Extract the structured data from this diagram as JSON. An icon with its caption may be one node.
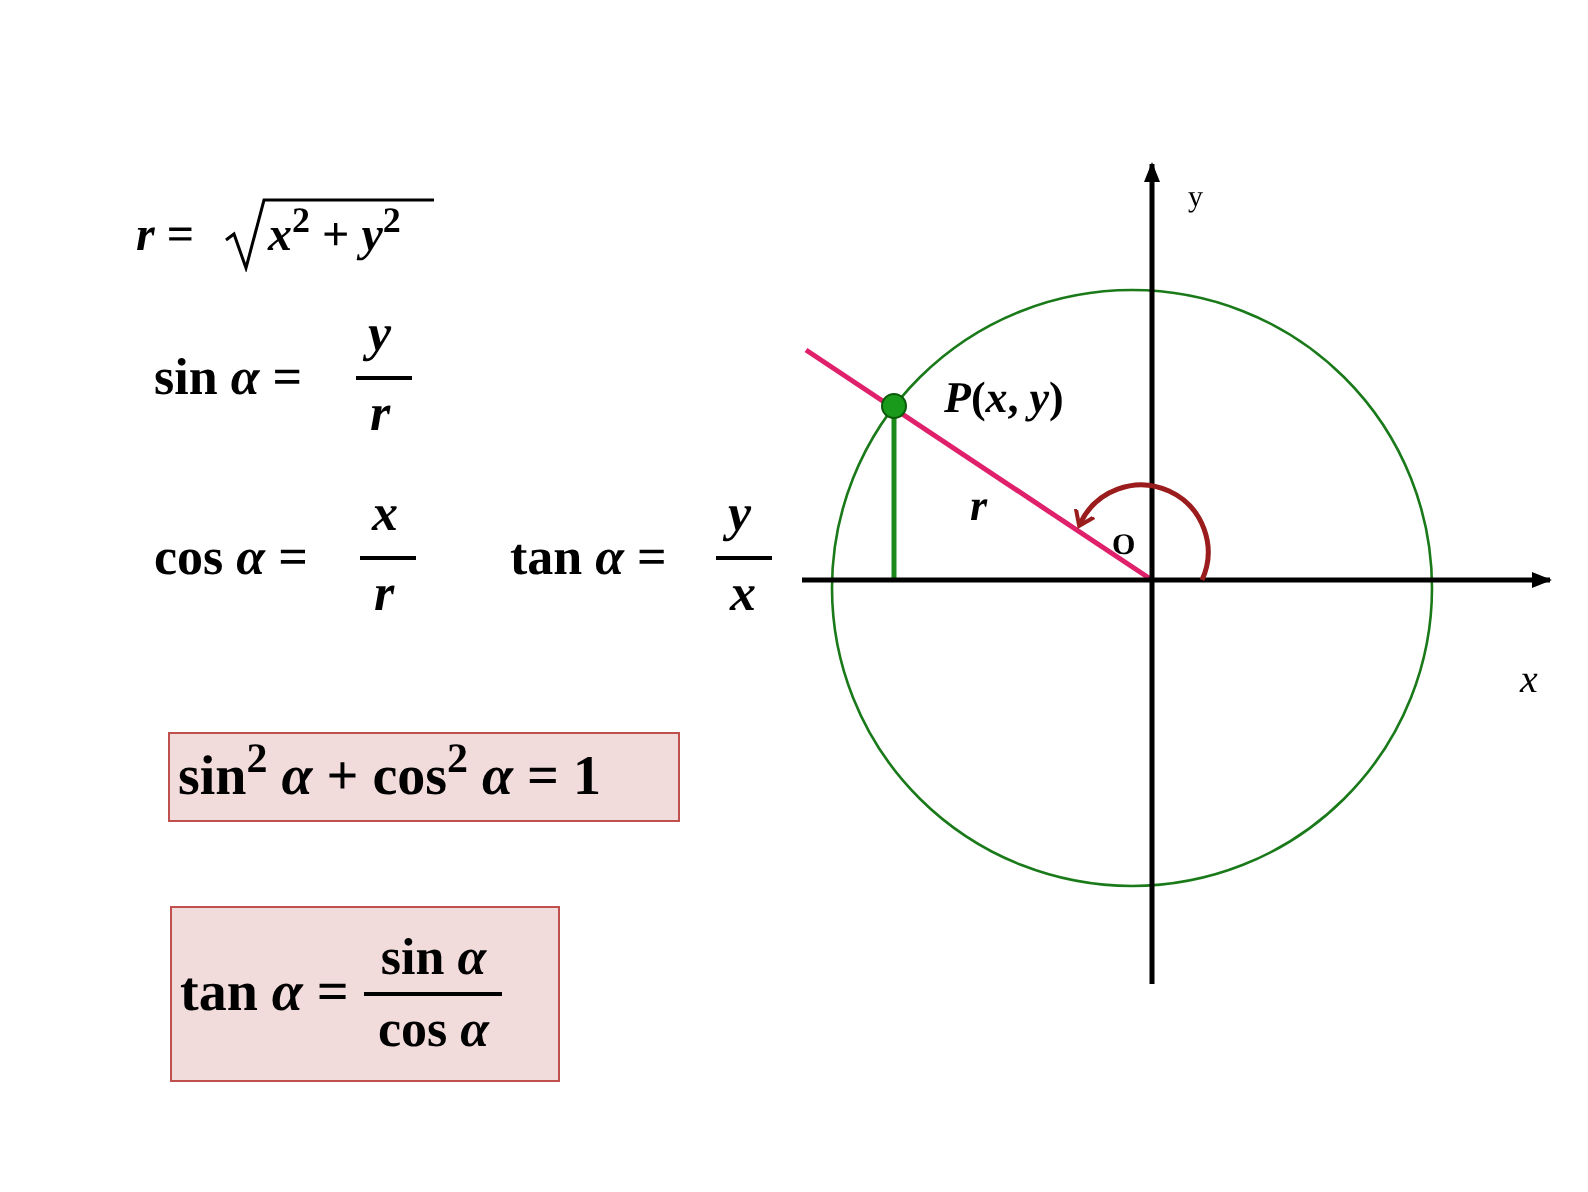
{
  "diagram": {
    "nodes": [
      {
        "text": [
          "sin$^{2}$ *α* + cos$^{2}$ *α* = 1"
        ]
      },
      {
        "text": [
          "tan *α* =",
          "sin *α*",
          "cos *α*"
        ]
      }
    ],
    "labels": [
      "*r* =",
      "*x*$^{2}$ + *y*$^{2}$",
      "sin *α* =",
      "y",
      "r",
      "cos *α* =",
      "x",
      "r",
      "tan *α* =",
      "y",
      "x",
      "y",
      "*P*(*x*, *y*)",
      "r",
      "O",
      "x"
    ]
  }
}
